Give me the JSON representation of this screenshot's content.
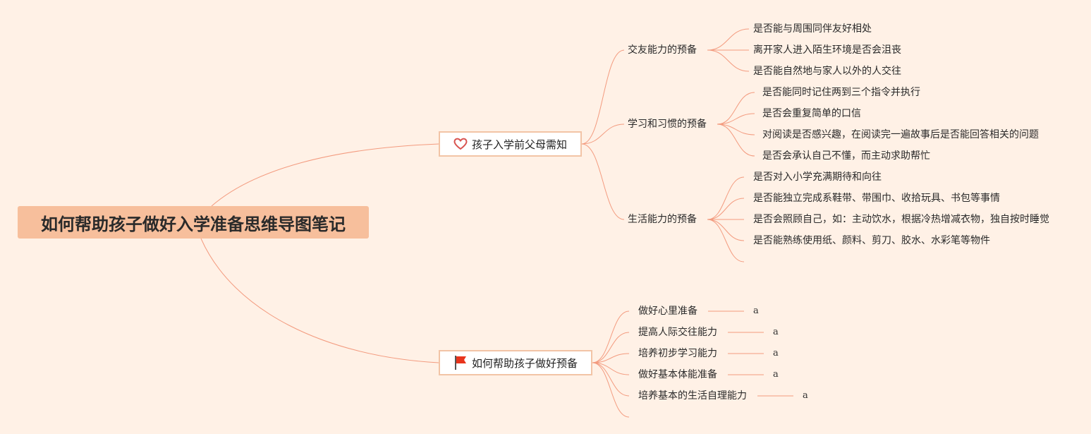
{
  "root": {
    "label": "如何帮助孩子做好入学准备思维导图笔记"
  },
  "branches": [
    {
      "label": "孩子入学前父母需知",
      "icon": "heart-icon",
      "groups": [
        {
          "label": "交友能力的预备",
          "items": [
            "是否能与周围同伴友好相处",
            "离开家人进入陌生环境是否会沮丧",
            "是否能自然地与家人以外的人交往"
          ]
        },
        {
          "label": "学习和习惯的预备",
          "items": [
            "是否能同时记住两到三个指令并执行",
            "是否会重复简单的口信",
            "对阅读是否感兴趣，在阅读完一遍故事后是否能回答相关的问题",
            "是否会承认自己不懂，而主动求助帮忙"
          ]
        },
        {
          "label": "生活能力的预备",
          "items": [
            "是否对入小学充满期待和向往",
            "是否能独立完成系鞋带、带围巾、收拾玩具、书包等事情",
            "是否会照顾自己，如：主动饮水，根据冷热增减衣物，独自按时睡觉",
            "是否能熟练使用纸、颜料、剪刀、胶水、水彩笔等物件"
          ]
        }
      ]
    },
    {
      "label": "如何帮助孩子做好预备",
      "icon": "flag-icon",
      "items": [
        {
          "label": "做好心里准备",
          "child": "a"
        },
        {
          "label": "提高人际交往能力",
          "child": "a"
        },
        {
          "label": "培养初步学习能力",
          "child": "a"
        },
        {
          "label": "做好基本体能准备",
          "child": "a"
        },
        {
          "label": "培养基本的生活自理能力",
          "child": "a"
        }
      ]
    }
  ],
  "colors": {
    "background": "#fff1e6",
    "root_fill": "#f7bf9c",
    "line": "#f39b7f",
    "branch_border": "#f2c4a6",
    "heart": "#d9534f",
    "flag": "#e8341c"
  }
}
